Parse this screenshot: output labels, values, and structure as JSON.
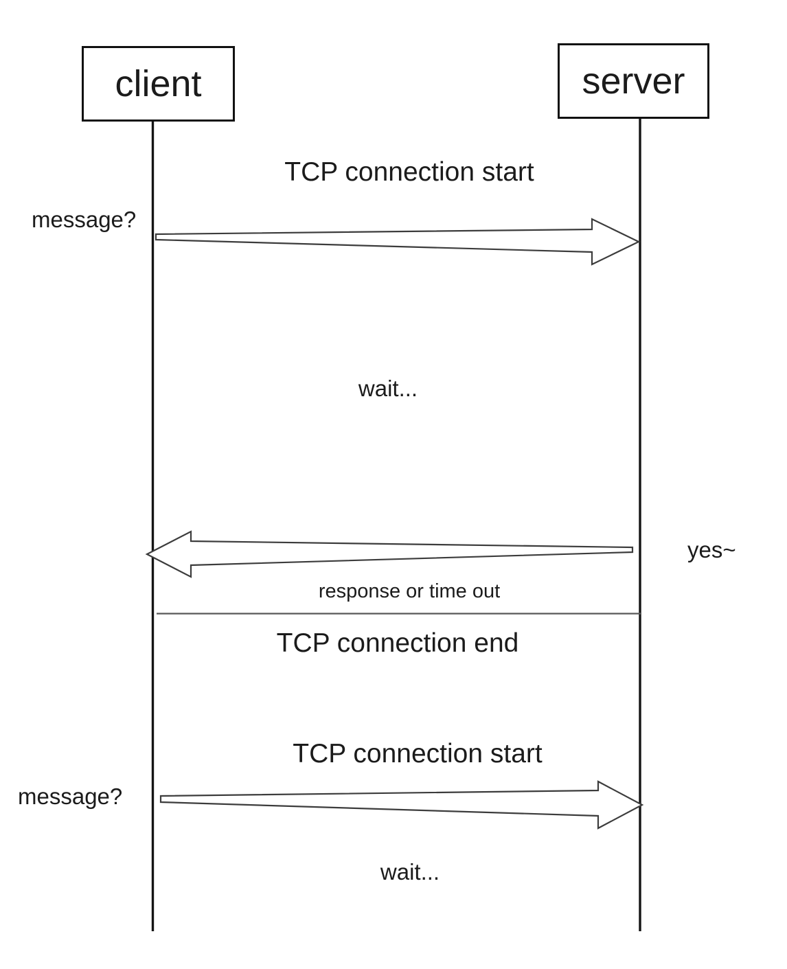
{
  "diagram_type": "sequence-diagram",
  "actors": {
    "client": "client",
    "server": "server"
  },
  "flow": {
    "phase1_title": "TCP connection start",
    "request1_label": "message?",
    "wait1": "wait...",
    "response1_label": "yes~",
    "response1_note": "response or time out",
    "phase1_end_title": "TCP connection end",
    "phase2_title": "TCP connection start",
    "request2_label": "message?",
    "wait2": "wait..."
  },
  "colors": {
    "background": "#ffffff",
    "box_border": "#111111",
    "lifeline": "#141414",
    "arrow_outline": "#3c3c3c",
    "arrow_fill": "#ffffff",
    "divider": "#585858",
    "text": "#1b1b1b"
  }
}
